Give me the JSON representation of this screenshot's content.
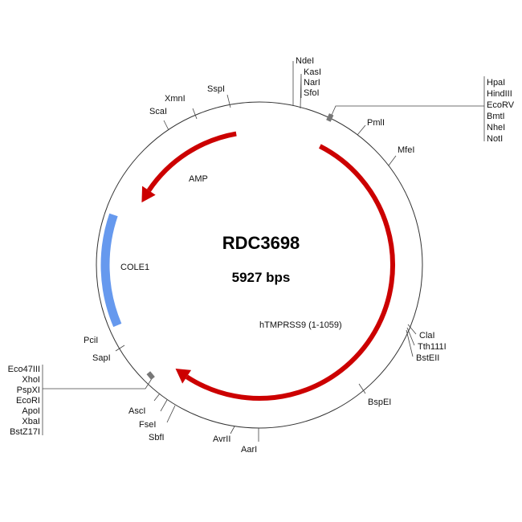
{
  "plasmid": {
    "name": "RDC3698",
    "size_label": "5927 bps"
  },
  "features": {
    "amp": {
      "label": "AMP",
      "color": "#cc0000"
    },
    "cole1": {
      "label": "COLE1",
      "color": "#6699ee"
    },
    "htmprss9": {
      "label": "hTMPRSS9 (1-1059)",
      "color": "#cc0000"
    }
  },
  "sites": {
    "top_cluster": [
      "NdeI",
      "KasI",
      "NarI",
      "SfoI"
    ],
    "right_cluster": [
      "HpaI",
      "HindIII",
      "EcoRV",
      "BmtI",
      "NheI",
      "NotI"
    ],
    "pmli": "PmlI",
    "mfei": "MfeI",
    "cla_cluster": [
      "ClaI",
      "Tth111I",
      "BstEII"
    ],
    "bspei": "BspEI",
    "aari": "AarI",
    "avrii": "AvrII",
    "sbfi": "SbfI",
    "fsei": "FseI",
    "asci": "AscI",
    "left_cluster": [
      "Eco47III",
      "XhoI",
      "PspXI",
      "EcoRI",
      "ApoI",
      "XbaI",
      "BstZ17I"
    ],
    "sapi": "SapI",
    "pcii": "PciI",
    "scai": "ScaI",
    "xmni": "XmnI",
    "sspi": "SspI"
  }
}
